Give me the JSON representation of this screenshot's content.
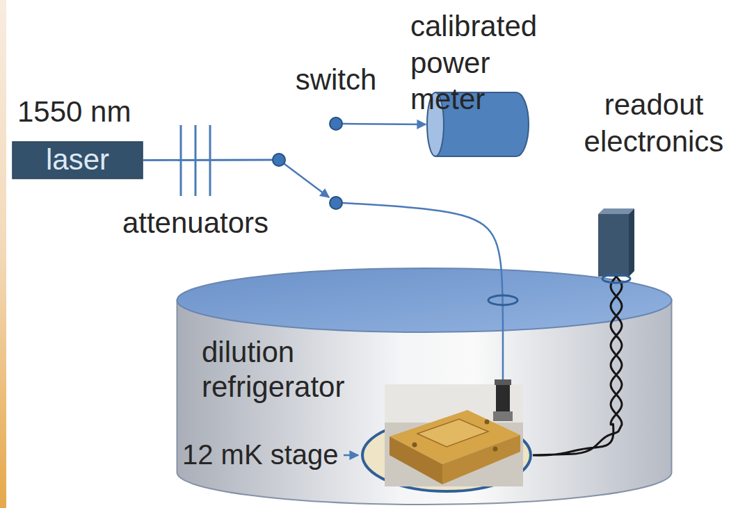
{
  "diagram": {
    "nodes": [
      {
        "text": [
          "laser"
        ]
      },
      {
        "text": [
          "calibrated power meter"
        ]
      },
      {
        "text": [
          "readout electronics"
        ]
      },
      {
        "text": [
          "dilution refrigerator"
        ]
      },
      {
        "text": [
          "12 mK stage"
        ],
        "in": 3
      }
    ],
    "edges": [
      {
        "from": 0,
        "to": 1,
        "arrow": "to"
      },
      {
        "from": 0,
        "to": 4,
        "arrow": "none"
      },
      {
        "from": 2,
        "to": 4,
        "arrow": "none"
      }
    ],
    "labels": [
      "1550 nm",
      "switch",
      "attenuators"
    ]
  }
}
